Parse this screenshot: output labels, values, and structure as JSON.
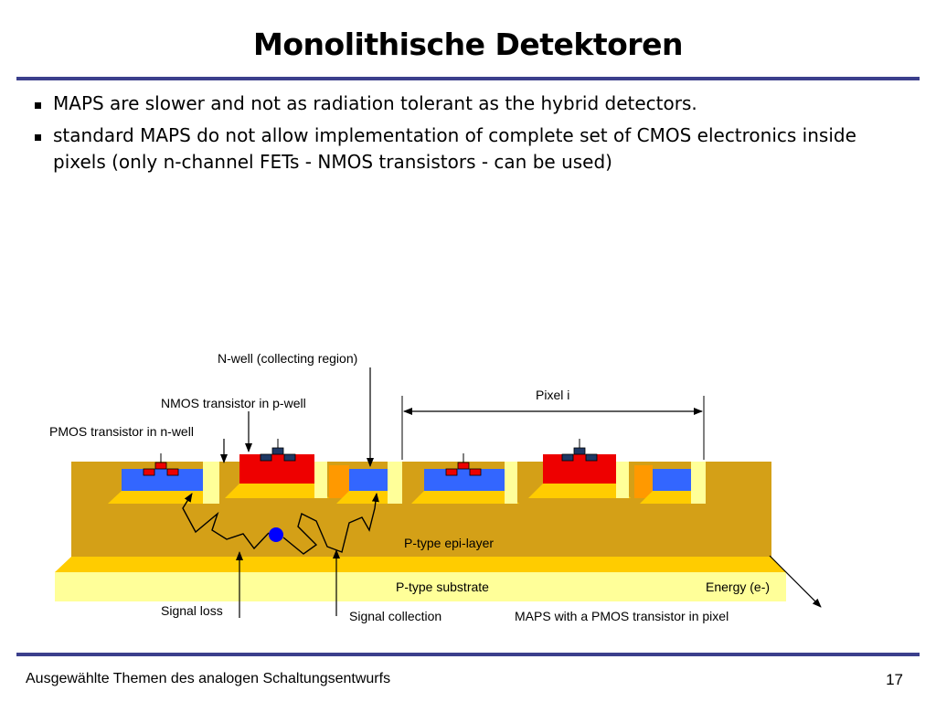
{
  "slide": {
    "title": "Monolithische Detektoren",
    "bullets": [
      "MAPS are slower and not as radiation tolerant as the hybrid detectors.",
      "standard MAPS do not allow implementation of complete set of CMOS electronics inside pixels (only n-channel FETs - NMOS transistors - can be used)"
    ]
  },
  "diagram": {
    "labels": {
      "nwell": "N-well (collecting region)",
      "nmos": "NMOS transistor in p-well",
      "pmos": "PMOS transistor in n-well",
      "pixel": "Pixel i",
      "epi": "P-type epi-layer",
      "substrate": "P-type substrate",
      "energy": "Energy (e-)",
      "signal_loss": "Signal loss",
      "signal_collection": "Signal collection",
      "caption": "MAPS with a PMOS transistor in pixel"
    },
    "colors": {
      "epi": "#d4a017",
      "substrate": "#ffff99",
      "well_top": "#ffcc00",
      "nwell": "#3366ff",
      "pwell": "#ee0000",
      "gate_blue": "#1f3864",
      "wall_light": "#ffff99",
      "wall_orange": "#ff9900",
      "electron": "#0000ff",
      "rule": "#3b3f8c"
    }
  },
  "footer": {
    "course": "Ausgewählte Themen des analogen Schaltungsentwurfs",
    "page": "17"
  }
}
